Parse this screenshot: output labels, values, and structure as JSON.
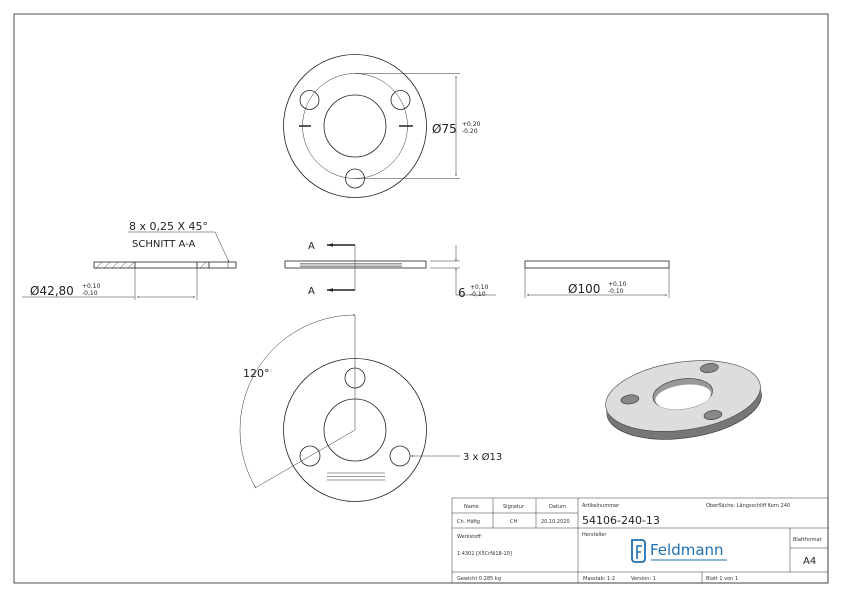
{
  "top_view": {
    "diameter_label": "Ø75",
    "tol_plus": "+0.20",
    "tol_minus": "-0.20"
  },
  "section_view": {
    "chamfer_label": "8 x 0,25 X 45°",
    "section_title": "SCHNITT A-A",
    "diameter_label": "Ø42,80",
    "tol_plus": "+0,10",
    "tol_minus": "-0,10"
  },
  "side_view": {
    "section_marker_top": "A",
    "section_marker_bottom": "A",
    "thickness_label": "6",
    "tol_plus": "+0,10",
    "tol_minus": "-0,10"
  },
  "right_view": {
    "diameter_label": "Ø100",
    "tol_plus": "+0,10",
    "tol_minus": "-0,10"
  },
  "bottom_view": {
    "angle_label": "120°",
    "holes_label": "3 x Ø13"
  },
  "title_block": {
    "name_header": "Name",
    "signature_header": "Signatur",
    "date_header": "Datum",
    "name": "Ch. Häfig",
    "signature": "CH",
    "date": "20.10.2020",
    "article_header": "Artikelnummer",
    "article_number": "54106-240-13",
    "surface": "Oberfläche:  Längsschliff Korn 240",
    "material_header": "Werkstoff:",
    "material": "1.4301 [X5CrNi18-10]",
    "manufacturer_header": "Hersteller",
    "logo_text": "Feldmann",
    "format_header": "Blattformat",
    "format": "A4",
    "weight": "Gewicht 0.285 kg",
    "scale": "Masstab: 1:2",
    "version": "Version: 1",
    "sheet": "Blatt 1 von 1"
  },
  "colors": {
    "brand": "#1f6fae",
    "line": "#222222"
  }
}
